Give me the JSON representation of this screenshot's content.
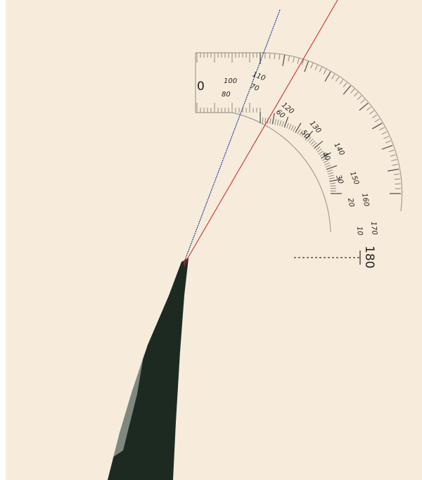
{
  "colors": {
    "paper": "#f7ecdb",
    "edge": "#ffffff",
    "protractor_ink": "#1e1e1e",
    "protractor_faint": "#a39e92",
    "blue_line": "#1f3c9a",
    "red_line": "#c8322f",
    "spike_fill": "#1d2a22",
    "spike_tip": "#7a2a2a"
  },
  "icons": {
    "protractor": "protractor-scale-icon",
    "spike": "dark-spike-shape"
  },
  "protractor": {
    "outer_labels": [
      "100",
      "110",
      "120",
      "130",
      "140",
      "150",
      "160",
      "170"
    ],
    "inner_labels": [
      "80",
      "70",
      "60",
      "50",
      "40",
      "30",
      "20",
      "10"
    ],
    "zero_label": "0",
    "end_label": "180"
  }
}
